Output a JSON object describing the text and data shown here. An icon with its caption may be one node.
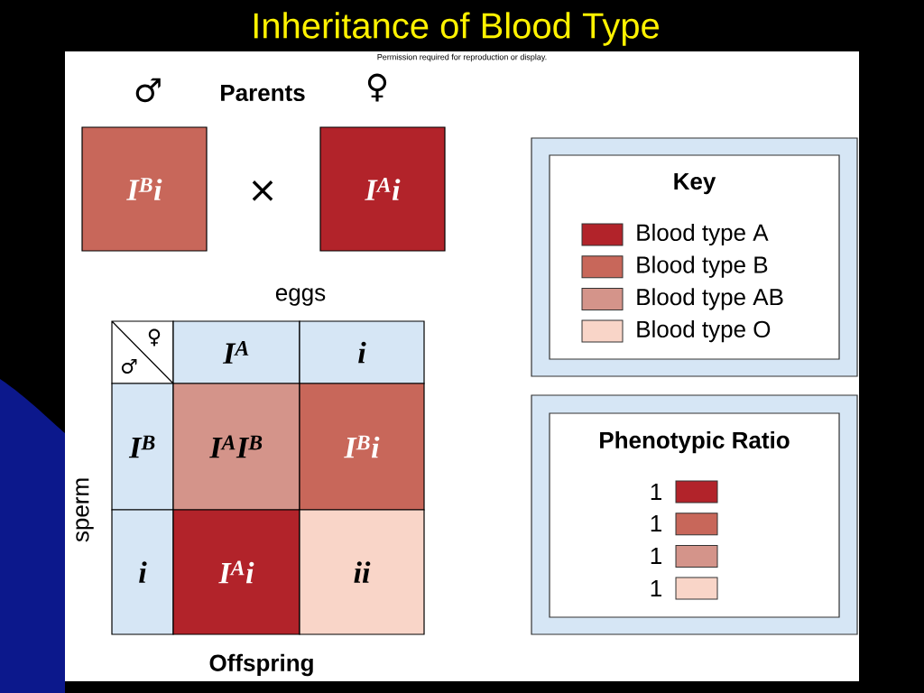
{
  "diagram": {
    "title": "Inheritance of Blood Type",
    "nodes": [
      {
        "text": [
          "I$^{B}$i"
        ]
      },
      {
        "text": [
          "I$^{A}$i"
        ]
      },
      {
        "text": [
          "I$^{A}$"
        ]
      },
      {
        "text": [
          "i"
        ]
      },
      {
        "text": [
          "I$^{B}$"
        ]
      },
      {
        "text": [
          "i"
        ]
      },
      {
        "text": [
          "I$^{A}$I$^{B}$"
        ]
      },
      {
        "text": [
          "I$^{B}$i"
        ]
      },
      {
        "text": [
          "I$^{A}$i"
        ]
      },
      {
        "text": [
          "ii"
        ]
      },
      {
        "text": [
          "Key"
        ]
      },
      {
        "text": [
          "Phenotypic Ratio"
        ]
      }
    ],
    "labels": [
      "Permission required for reproduction or display.",
      "♂",
      "Parents",
      "♀",
      "×",
      "eggs",
      "♀",
      "♂",
      "sperm",
      "Offspring",
      "1",
      "1",
      "1",
      "1"
    ],
    "legend": [
      {
        "text": "Blood type A",
        "color": "#b2232a"
      },
      {
        "text": "Blood type B",
        "color": "#c8675a"
      },
      {
        "text": "Blood type AB",
        "color": "#d4948a"
      },
      {
        "text": "Blood type O",
        "color": "#f9d5c8"
      }
    ]
  }
}
